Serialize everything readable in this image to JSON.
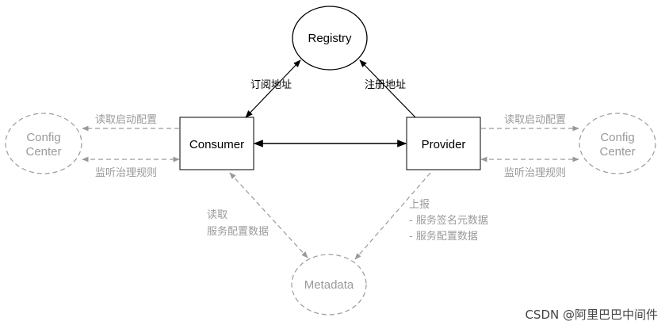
{
  "colors": {
    "primary": "#000000",
    "secondary": "#9a9a9a",
    "watermark": "#444444"
  },
  "nodes": {
    "registry": "Registry",
    "consumer": "Consumer",
    "provider": "Provider",
    "config_center_left": [
      "Config",
      "Center"
    ],
    "config_center_right": [
      "Config",
      "Center"
    ],
    "metadata": "Metadata"
  },
  "edges": {
    "consumer_registry": "订阅地址",
    "provider_registry": "注册地址",
    "left_read_config": "读取启动配置",
    "left_watch_rules": "监听治理规则",
    "right_read_config": "读取启动配置",
    "right_watch_rules": "监听治理规则",
    "consumer_metadata": [
      "读取",
      "服务配置数据"
    ],
    "provider_metadata": [
      "上报",
      "- 服务签名元数据",
      "- 服务配置数据"
    ]
  },
  "watermark": "CSDN @阿里巴巴中间件"
}
